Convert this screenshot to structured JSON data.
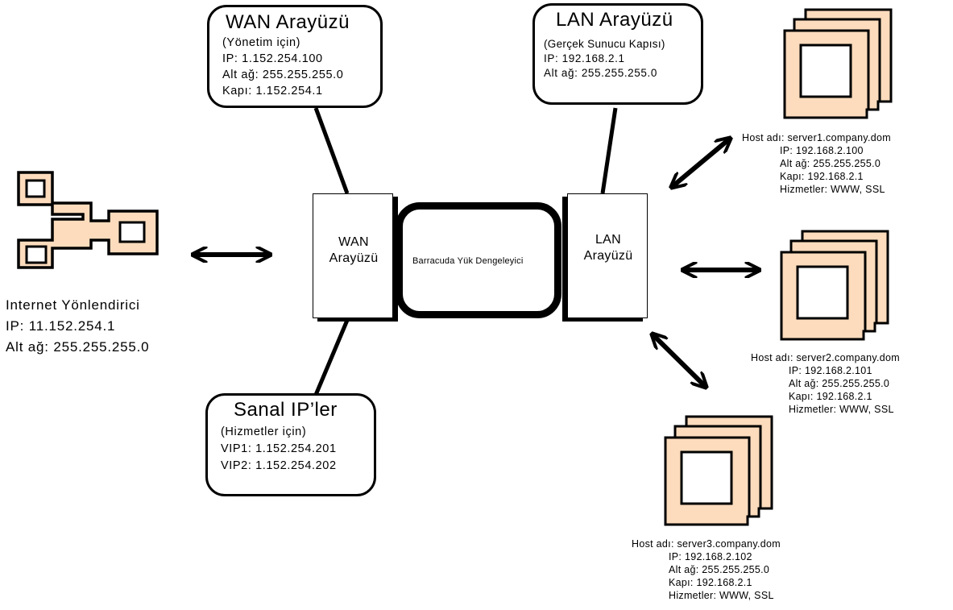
{
  "wan_callout": {
    "title": "WAN Arayüzü",
    "lines": [
      "(Yönetim için)",
      "IP: 1.152.254.100",
      "Alt ağ: 255.255.255.0",
      "Kapı: 1.152.254.1"
    ]
  },
  "lan_callout": {
    "title": "LAN Arayüzü",
    "lines": [
      "(Gerçek Sunucu Kapısı)",
      "IP: 192.168.2.1",
      "Alt ağ: 255.255.255.0"
    ]
  },
  "vip_callout": {
    "title": "Sanal IP’ler",
    "lines": [
      "(Hizmetler için)",
      "VIP1: 1.152.254.201",
      "VIP2: 1.152.254.202"
    ]
  },
  "device": {
    "wan_panel": [
      "WAN",
      "Arayüzü"
    ],
    "lan_panel": [
      "LAN",
      "Arayüzü"
    ],
    "core_label": "Barracuda Yük Dengeleyici"
  },
  "router": {
    "title": "Internet Yönlendirici",
    "lines": [
      "IP: 11.152.254.1",
      "Alt ağ: 255.255.255.0"
    ]
  },
  "hosts": [
    {
      "hostname": "Host adı: server1.company.dom",
      "lines": [
        "IP: 192.168.2.100",
        "Alt ağ: 255.255.255.0",
        "Kapı: 192.168.2.1",
        "Hizmetler: WWW, SSL"
      ]
    },
    {
      "hostname": "Host adı: server2.company.dom",
      "lines": [
        "IP: 192.168.2.101",
        "Alt ağ: 255.255.255.0",
        "Kapı: 192.168.2.1",
        "Hizmetler: WWW, SSL"
      ]
    },
    {
      "hostname": "Host adı: server3.company.dom",
      "lines": [
        "IP: 192.168.2.102",
        "Alt ağ: 255.255.255.0",
        "Kapı: 192.168.2.1",
        "Hizmetler: WWW, SSL"
      ]
    }
  ],
  "colors": {
    "icon_fill": "#fcdcbd",
    "stroke": "#000000",
    "background": "#ffffff"
  }
}
